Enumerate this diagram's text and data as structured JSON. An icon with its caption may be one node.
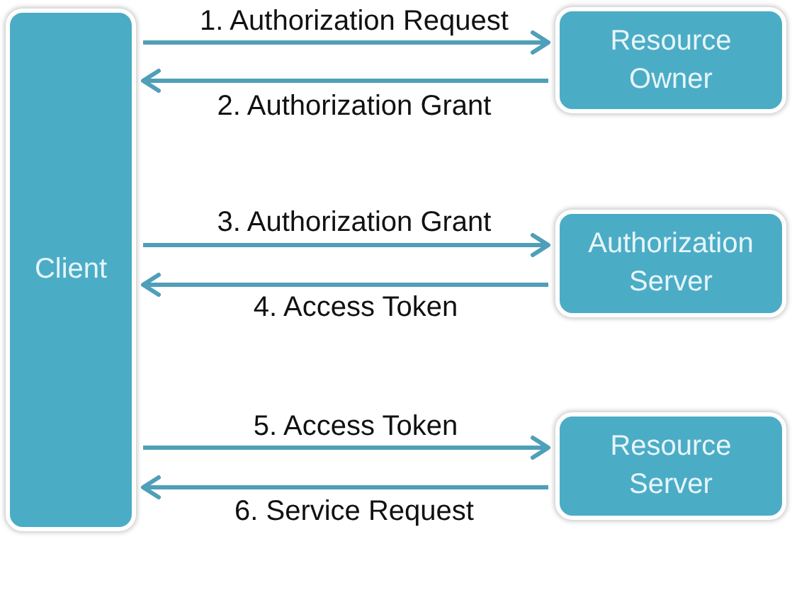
{
  "diagram": {
    "nodes": [
      {
        "text": [
          "Client"
        ]
      },
      {
        "text": [
          "Resource Owner"
        ]
      },
      {
        "text": [
          "Authorization Server"
        ]
      },
      {
        "text": [
          "Resource Server"
        ]
      }
    ],
    "edges": [
      {
        "from": 0,
        "to": 1,
        "arrow": "to",
        "label": "1. Authorization Request"
      },
      {
        "from": 1,
        "to": 0,
        "arrow": "to",
        "label": "2. Authorization Grant"
      },
      {
        "from": 0,
        "to": 2,
        "arrow": "to",
        "label": "3. Authorization Grant"
      },
      {
        "from": 2,
        "to": 0,
        "arrow": "to",
        "label": "4. Access Token"
      },
      {
        "from": 0,
        "to": 3,
        "arrow": "to",
        "label": "5. Access Token"
      },
      {
        "from": 3,
        "to": 0,
        "arrow": "to",
        "label": "6. Service Request"
      }
    ]
  }
}
